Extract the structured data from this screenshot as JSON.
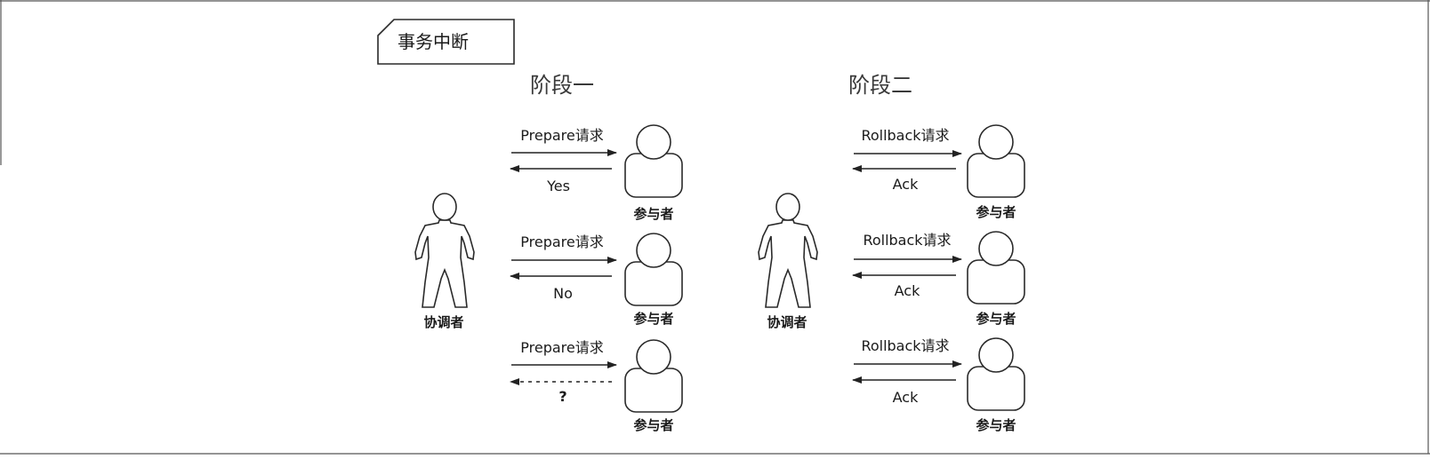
{
  "title": "事务中断",
  "icons": {
    "coordinator": "person-figure-icon",
    "participant": "participant-icon"
  },
  "phases": [
    {
      "heading": "阶段一",
      "coordinator_label": "协调者",
      "rows": [
        {
          "request": "Prepare请求",
          "response": "Yes",
          "response_dashed": false,
          "participant_label": "参与者"
        },
        {
          "request": "Prepare请求",
          "response": "No",
          "response_dashed": false,
          "participant_label": "参与者"
        },
        {
          "request": "Prepare请求",
          "response": "?",
          "response_dashed": true,
          "participant_label": "参与者"
        }
      ]
    },
    {
      "heading": "阶段二",
      "coordinator_label": "协调者",
      "rows": [
        {
          "request": "Rollback请求",
          "response": "Ack",
          "response_dashed": false,
          "participant_label": "参与者"
        },
        {
          "request": "Rollback请求",
          "response": "Ack",
          "response_dashed": false,
          "participant_label": "参与者"
        },
        {
          "request": "Rollback请求",
          "response": "Ack",
          "response_dashed": false,
          "participant_label": "参与者"
        }
      ]
    }
  ]
}
